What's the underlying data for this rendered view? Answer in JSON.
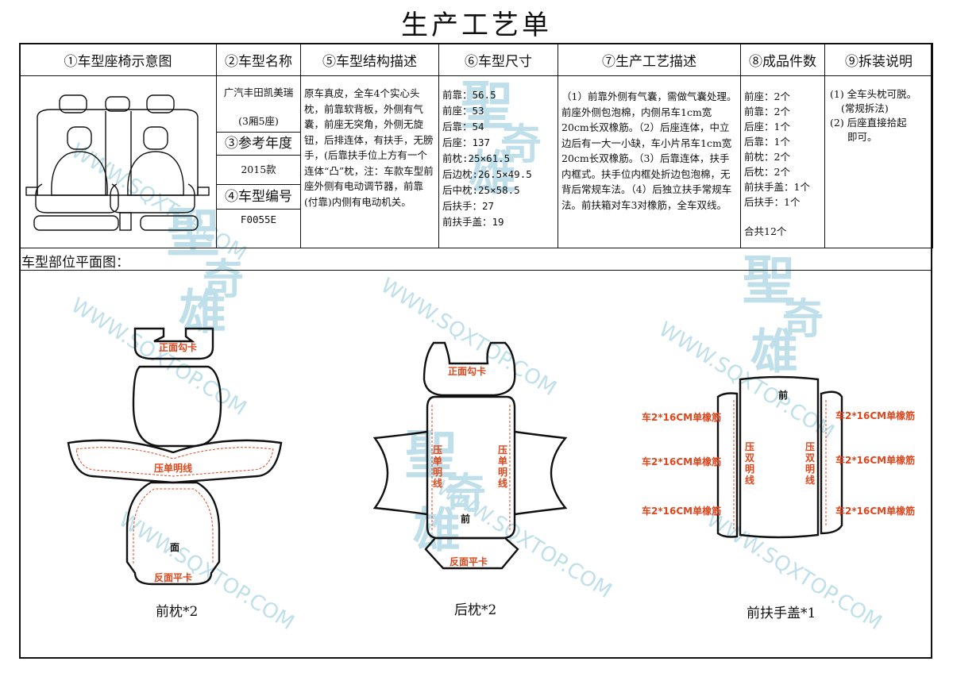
{
  "title": "生产工艺单",
  "headers": {
    "h1": "①车型座椅示意图",
    "h2": "②车型名称",
    "h5": "⑤车型结构描述",
    "h6": "⑥车型尺寸",
    "h7": "⑦生产工艺描述",
    "h8": "⑧成品件数",
    "h9": "⑨拆装说明"
  },
  "model": {
    "name": "广汽丰田凯美瑞",
    "variant": "(3厢5座)",
    "year_label": "③参考年度",
    "year": "2015款",
    "code_label": "④车型编号",
    "code": "F0055E"
  },
  "structure_desc": "原车真皮，全车4个实心头枕，前靠软背板，外侧有气囊，前座无突角，外侧无旋钮，后排连体，有扶手，无膀手，(后靠扶手位上方有一个连体“凸”枕，注：车款车型前座外侧有电动调节器，前靠(付靠)内侧有电动机关。",
  "dimensions": [
    "前靠：56.5",
    "前座：53",
    "后靠：54",
    "后座：137",
    "前枕:25×61.5",
    "后边枕:26.5×49.5",
    "后中枕:25×58.5",
    "后扶手：27",
    "前扶手盖：19"
  ],
  "process_desc": "（1）前靠外侧有气囊，需做气囊处理。前座外侧包泡棉，内侧吊车1cm宽20cm长双橡筋。（2）后座连体，中立边后有一大一小缺，车小片吊车1cm宽20cm长双橡筋。（3）后靠连体，扶手内框式。扶手位内框处折边包泡棉，无背后常规车法。（4）后独立扶手常规车法。前扶箱对车3对橡筋，全车双线。",
  "counts": [
    "前座：2个",
    "前靠：2个",
    "后座：1个",
    "后靠：1个",
    "前枕：2个",
    "后枕：2个",
    "前扶手盖：1个",
    "后扶手：1个"
  ],
  "counts_total": "合共12个",
  "install_notes": [
    "(1) 全车头枕可脱。",
    "(常规拆法)",
    "(2) 后座直接拾起",
    "即可。"
  ],
  "parts_title": "车型部位平面图：",
  "pieces": {
    "front_pillow": {
      "caption": "前枕*2",
      "label_top": "正面勾卡",
      "label_mid": "压单明线",
      "label_face": "面",
      "label_bottom": "反面平卡"
    },
    "rear_pillow": {
      "caption": "后枕*2",
      "label_top": "正面勾卡",
      "label_left": "压单明线",
      "label_right": "压单明线",
      "label_front": "前",
      "label_bottom": "反面平卡"
    },
    "armrest_cover": {
      "caption": "前扶手盖*1",
      "label_front": "前",
      "label_left": "压双明线",
      "label_right": "压双明线",
      "rubber_label": "车2*16CM单橡筋"
    }
  },
  "watermark": {
    "url": "WWW.SQXTOP.COM",
    "brand_chars": [
      "聖",
      "奇",
      "雄"
    ]
  },
  "colors": {
    "accent_red": "#e0461c",
    "watermark": "#bfe0ea"
  }
}
